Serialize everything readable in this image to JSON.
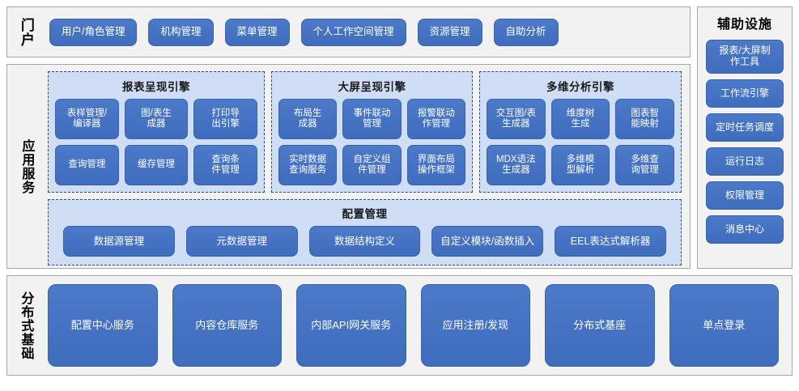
{
  "layers": {
    "portal": {
      "label": "门户",
      "buttons": [
        "用户/角色管理",
        "机构管理",
        "菜单管理",
        "个人工作空间管理",
        "资源管理",
        "自助分析"
      ]
    },
    "app_service": {
      "label": "应用服务",
      "engines": [
        {
          "title": "报表呈现引擎",
          "items": [
            "表样管理/\n编译器",
            "图/表生\n成器",
            "打印导\n出引擎",
            "查询管理",
            "缓存管理",
            "查询条\n件管理"
          ]
        },
        {
          "title": "大屏呈现引擎",
          "items": [
            "布局生\n成器",
            "事件联动\n管理",
            "报警联动\n作管理",
            "实时数据\n查询服务",
            "自定义组\n件管理",
            "界面布局\n操作框架"
          ]
        },
        {
          "title": "多维分析引擎",
          "items": [
            "交互图/表\n生成器",
            "维度树\n生成",
            "图表智\n能映射",
            "MDX语法\n生成器",
            "多维模\n型解析",
            "多维查\n询管理"
          ]
        }
      ],
      "config": {
        "title": "配置管理",
        "items": [
          "数据源管理",
          "元数据管理",
          "数据结构定义",
          "自定义模块/函数插入",
          "EEL表达式解析器"
        ]
      }
    },
    "distributed_base": {
      "label": "分布式基础",
      "buttons": [
        "配置中心服务",
        "内容仓库服务",
        "内部API网关服务",
        "应用注册/发现",
        "分布式基座",
        "单点登录"
      ]
    },
    "aux_facilities": {
      "title": "辅助设施",
      "buttons": [
        "报表/大屏制\n作工具",
        "工作流引擎",
        "定时任务调度",
        "运行日志",
        "权限管理",
        "消息中心"
      ]
    }
  },
  "colors": {
    "button_blue": "#4472C4",
    "group_blue": "#CFDDF5",
    "panel_gray": "#F2F2F2",
    "border_gray": "#A6A6A6",
    "dash_border": "#2A4B8D"
  }
}
